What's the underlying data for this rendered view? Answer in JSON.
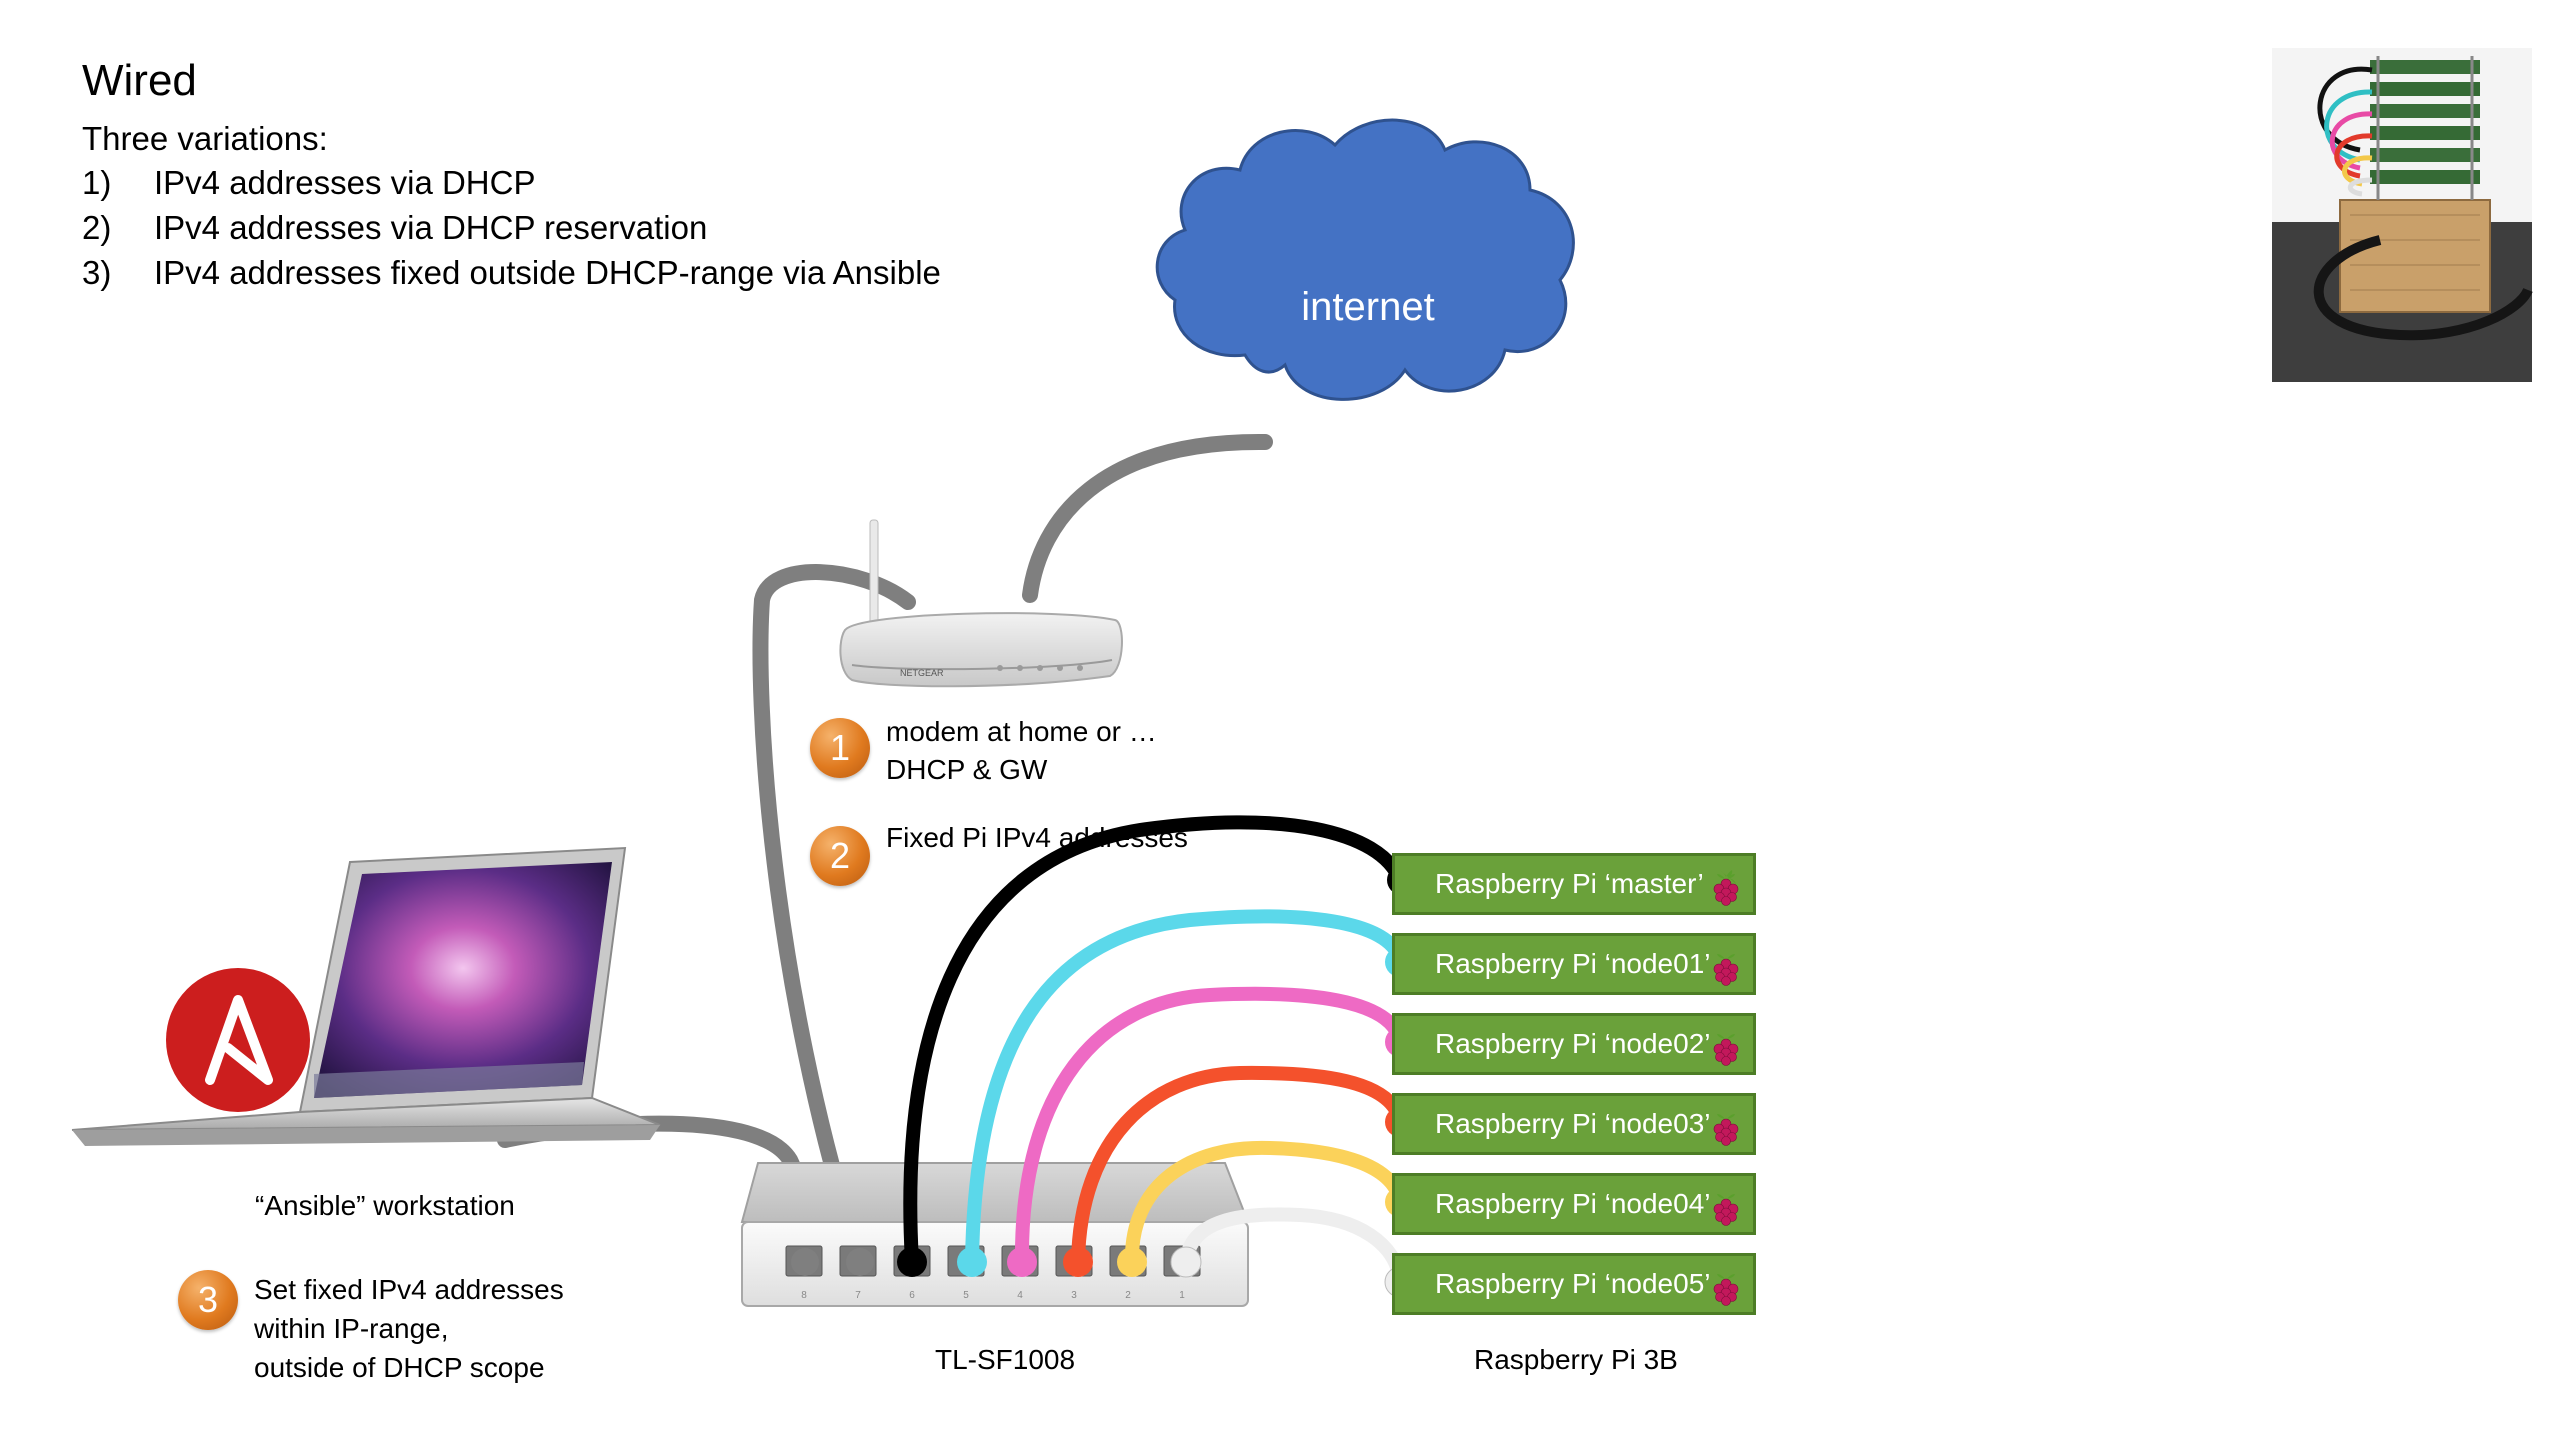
{
  "header": {
    "title": "Wired",
    "subtitle": "Three variations:",
    "variations": [
      {
        "num": "1)",
        "text": "IPv4 addresses via DHCP"
      },
      {
        "num": "2)",
        "text": "IPv4 addresses via DHCP reservation"
      },
      {
        "num": "3)",
        "text": "IPv4 addresses fixed outside DHCP-range via Ansible"
      }
    ]
  },
  "cloud": {
    "label": "internet"
  },
  "router": {
    "brand": "NETGEAR"
  },
  "callouts": [
    {
      "badge": "1",
      "line1": "modem at home or …",
      "line2": "DHCP & GW"
    },
    {
      "badge": "2",
      "line1": "Fixed Pi IPv4 addresses"
    },
    {
      "badge": "3",
      "line1": "Set fixed IPv4 addresses",
      "line2": "within IP-range,",
      "line3": "outside of DHCP scope"
    }
  ],
  "workstation": {
    "label": "“Ansible” workstation"
  },
  "switch": {
    "label": "TL-SF1008",
    "port_numbers": [
      "8",
      "7",
      "6",
      "5",
      "4",
      "3",
      "2",
      "1"
    ]
  },
  "pis": {
    "group_label": "Raspberry Pi 3B",
    "nodes": [
      {
        "name": "Raspberry Pi ‘master’",
        "cable_color": "#000000"
      },
      {
        "name": "Raspberry Pi ‘node01’",
        "cable_color": "#5bd8ea"
      },
      {
        "name": "Raspberry Pi ‘node02’",
        "cable_color": "#ee6ac4"
      },
      {
        "name": "Raspberry Pi ‘node03’",
        "cable_color": "#f4512c"
      },
      {
        "name": "Raspberry Pi ‘node04’",
        "cable_color": "#fbd25a"
      },
      {
        "name": "Raspberry Pi ‘node05’",
        "cable_color": "#eeeeee"
      }
    ]
  },
  "colors": {
    "cloud": "#4472c4",
    "grey_cable": "#7f7f7f",
    "pi_box": "#6aa13a",
    "badge": "#e07a1f",
    "ansible": "#cc1e1e"
  }
}
